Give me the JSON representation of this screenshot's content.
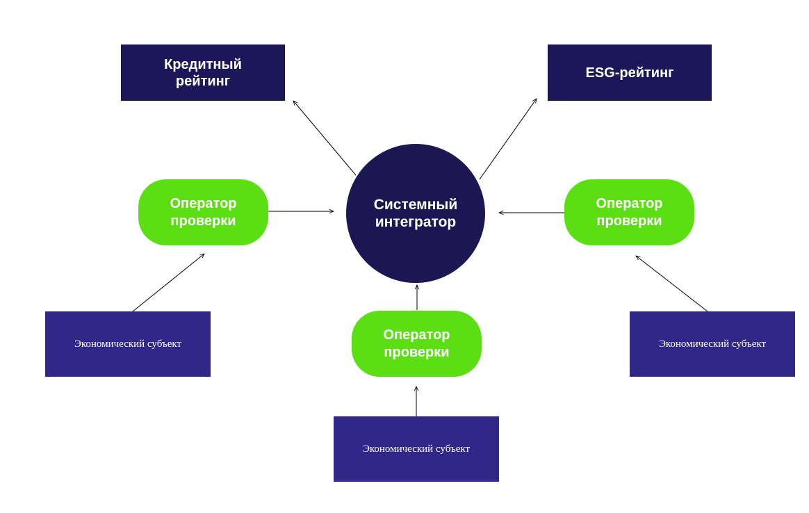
{
  "diagram": {
    "ratings": {
      "credit": "Кредитный\nрейтинг",
      "esg": "ESG-рейтинг"
    },
    "integrator": "Системный\nинтегратор",
    "operators": {
      "left": "Оператор\nпроверки",
      "right": "Оператор\nпроверки",
      "bottom": "Оператор\nпроверки"
    },
    "entities": {
      "left": "Экономический субъект",
      "right": "Экономический субъект",
      "bottom": "Экономический субъект"
    },
    "colors": {
      "rating_box": "#1c1759",
      "integrator": "#1c1752",
      "operator": "#5cde14",
      "entity_box": "#302789",
      "arrow": "#000000"
    }
  }
}
